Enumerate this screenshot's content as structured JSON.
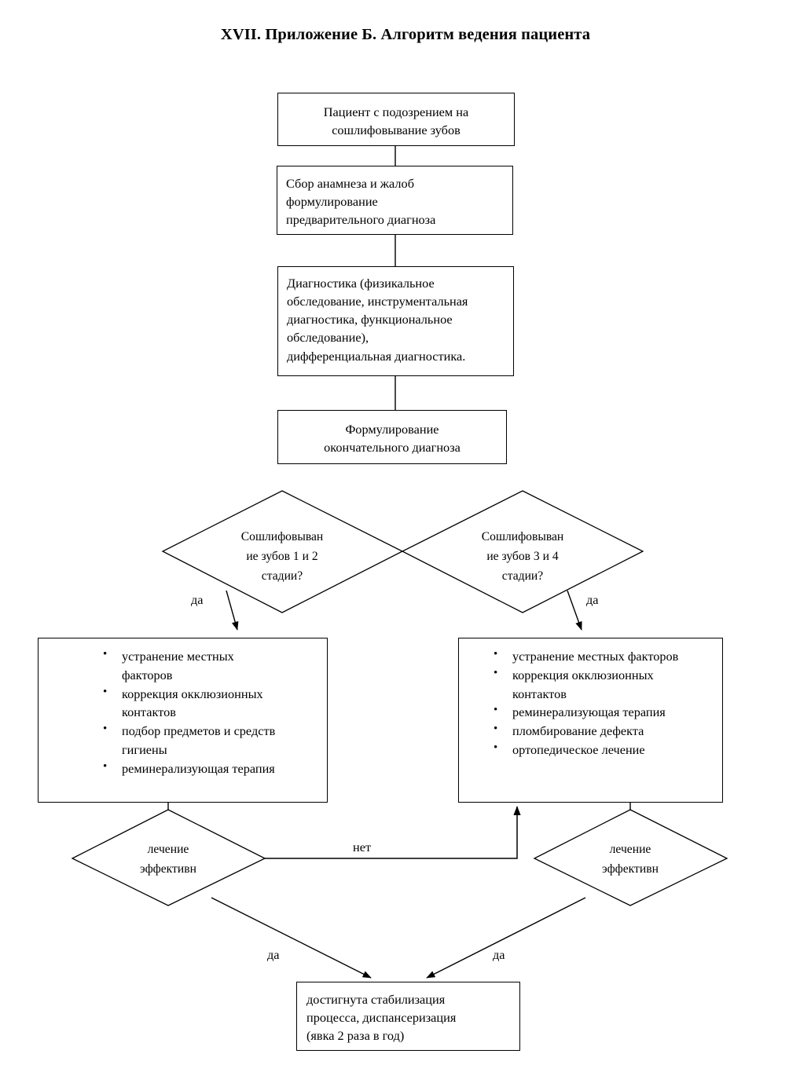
{
  "document": {
    "title": "XVII. Приложение Б. Алгоритм ведения пациента"
  },
  "chart_data": {
    "type": "diagram",
    "diagram_kind": "flowchart",
    "title": "XVII. Приложение Б. Алгоритм ведения пациента",
    "orientation": "top-to-bottom",
    "nodes": [
      {
        "id": "n1",
        "shape": "rectangle",
        "text": "Пациент с подозрением на сошлифовывание зубов",
        "align": "center"
      },
      {
        "id": "n2",
        "shape": "rectangle",
        "text": "Сбор анамнеза и жалоб формулирование предварительного диагноза",
        "align": "left"
      },
      {
        "id": "n3",
        "shape": "rectangle",
        "text": "Диагностика (физикальное обследование, инструментальная диагностика, функциональное обследование), дифференциальная диагностика.",
        "align": "left"
      },
      {
        "id": "n4",
        "shape": "rectangle",
        "text": "Формулирование окончательного диагноза",
        "align": "center"
      },
      {
        "id": "d1",
        "shape": "diamond",
        "text": "Сошлифовывание зубов 1 и 2 стадии?"
      },
      {
        "id": "d2",
        "shape": "diamond",
        "text": "Сошлифовывание зубов 3 и 4 стадии?"
      },
      {
        "id": "n5",
        "shape": "rectangle",
        "text": "устранение местных факторов; коррекция окклюзионных контактов; подбор предметов и средств гигиены; реминерализующая терапия"
      },
      {
        "id": "n6",
        "shape": "rectangle",
        "text": "устранение местных факторов; коррекция окклюзионных контактов; реминерализующая терапия; пломбирование дефекта; ортопедическое лечение"
      },
      {
        "id": "d3",
        "shape": "diamond",
        "text": "лечение эффективн"
      },
      {
        "id": "d4",
        "shape": "diamond",
        "text": "лечение эффективн"
      },
      {
        "id": "n7",
        "shape": "rectangle",
        "text": "достигнута стабилизация процесса, диспансеризация (явка 2 раза в год)",
        "align": "left"
      }
    ],
    "edges": [
      {
        "from": "n1",
        "to": "n2",
        "label": ""
      },
      {
        "from": "n2",
        "to": "n3",
        "label": ""
      },
      {
        "from": "n3",
        "to": "n4",
        "label": ""
      },
      {
        "from": "d1",
        "to": "n5",
        "label": "да"
      },
      {
        "from": "d2",
        "to": "n6",
        "label": "да"
      },
      {
        "from": "n5",
        "to": "d3",
        "label": ""
      },
      {
        "from": "n6",
        "to": "d4",
        "label": ""
      },
      {
        "from": "d3",
        "to": "n6",
        "label": "нет"
      },
      {
        "from": "d3",
        "to": "n7",
        "label": "да"
      },
      {
        "from": "d4",
        "to": "n7",
        "label": "да"
      }
    ]
  },
  "nodes": {
    "patient_suspicion": {
      "lines": [
        "Пациент с подозрением на",
        "сошлифовывание зубов"
      ]
    },
    "anamnesis": {
      "lines": [
        "Сбор анамнеза и жалоб",
        "формулирование",
        "предварительного диагноза"
      ]
    },
    "diagnostics": {
      "lines": [
        "Диагностика (физикальное",
        "обследование, инструментальная",
        "диагностика, функциональное",
        "обследование),",
        "дифференциальная диагностика."
      ]
    },
    "final_diagnosis": {
      "lines": [
        "Формулирование",
        "окончательного диагноза"
      ]
    },
    "decision_stage_1_2": {
      "text": "Сошлифовыван\nие зубов 1 и 2\nстадии?"
    },
    "decision_stage_3_4": {
      "text": "Сошлифовыван\nие зубов 3 и 4\nстадии?"
    },
    "treatment_left": {
      "bullets": [
        "устранение местных\nфакторов",
        " коррекция окклюзионных\nконтактов",
        "подбор предметов и средств\nгигиены",
        "реминерализующая терапия"
      ]
    },
    "treatment_right": {
      "bullets": [
        "устранение местных факторов",
        "коррекция окклюзионных\nконтактов",
        "реминерализующая терапия",
        "пломбирование дефекта",
        "ортопедическое лечение"
      ]
    },
    "effective_left": {
      "text": "лечение\nэффективн"
    },
    "effective_right": {
      "text": "лечение\nэффективн"
    },
    "stabilization": {
      "lines": [
        "достигнута стабилизация",
        "процесса, диспансеризация",
        "(явка 2 раза в год)"
      ]
    }
  },
  "labels": {
    "yes_left_top": "да",
    "yes_right_top": "да",
    "no_middle": "нет",
    "yes_left_bottom": "да",
    "yes_right_bottom": "да"
  },
  "colors": {
    "stroke": "#000000",
    "background": "#ffffff",
    "text": "#000000"
  }
}
